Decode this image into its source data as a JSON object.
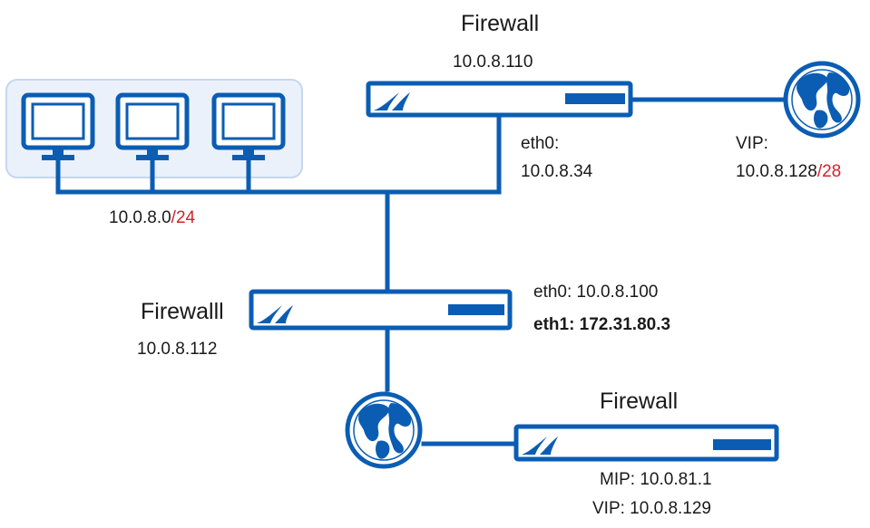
{
  "colors": {
    "line": "#0b5db3",
    "device_fill": "#ffffff",
    "workstation_group_fill": "#eaf1fb",
    "workstation_group_stroke": "#c5d7ee",
    "prefix_accent": "#d81f2a",
    "text": "#1a1a1a"
  },
  "firewall_top": {
    "title": "Firewall",
    "ip": "10.0.8.110",
    "eth0_label": "eth0:",
    "eth0_ip": "10.0.8.34",
    "vip_label": "VIP:",
    "vip_network": "10.0.8.128",
    "vip_prefix": "/28"
  },
  "lan": {
    "network": "10.0.8.0",
    "prefix": "/24"
  },
  "firewall_middle": {
    "title": "Firewalll",
    "ip": "10.0.8.112",
    "eth0": "eth0: 10.0.8.100",
    "eth1": "eth1: 172.31.80.3"
  },
  "firewall_bottom": {
    "title": "Firewall",
    "mip": "MIP: 10.0.81.1",
    "vip": "VIP: 10.0.8.129"
  },
  "icons": {
    "internet": "globe-icon",
    "workstation": "monitor-icon",
    "firewall": "firewall-appliance-icon"
  }
}
